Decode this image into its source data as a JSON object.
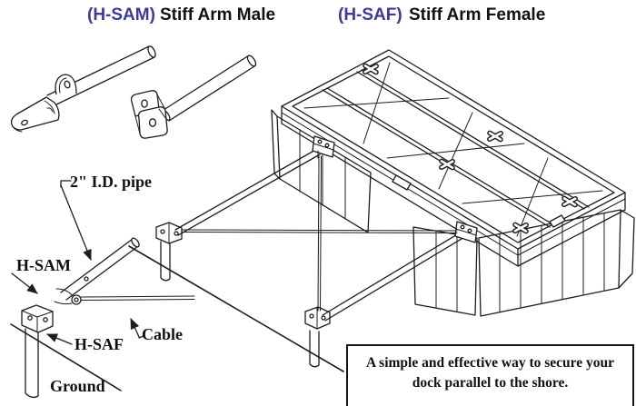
{
  "colors": {
    "accent_blue": "#3b3a9e",
    "ink": "#1d1d1d"
  },
  "header": {
    "hsam_code": "(H-SAM)",
    "hsam_title": "Stiff Arm Male",
    "hsaf_code": "(H-SAF)",
    "hsaf_title": "Stiff Arm Female"
  },
  "diagram_labels": {
    "pipe": "2\" I.D. pipe",
    "hsam": "H-SAM",
    "cable": "Cable",
    "hsaf": "H-SAF",
    "ground": "Ground"
  },
  "caption_box": {
    "line1": "A simple and effective way to secure your",
    "line2": "dock parallel to the shore."
  }
}
